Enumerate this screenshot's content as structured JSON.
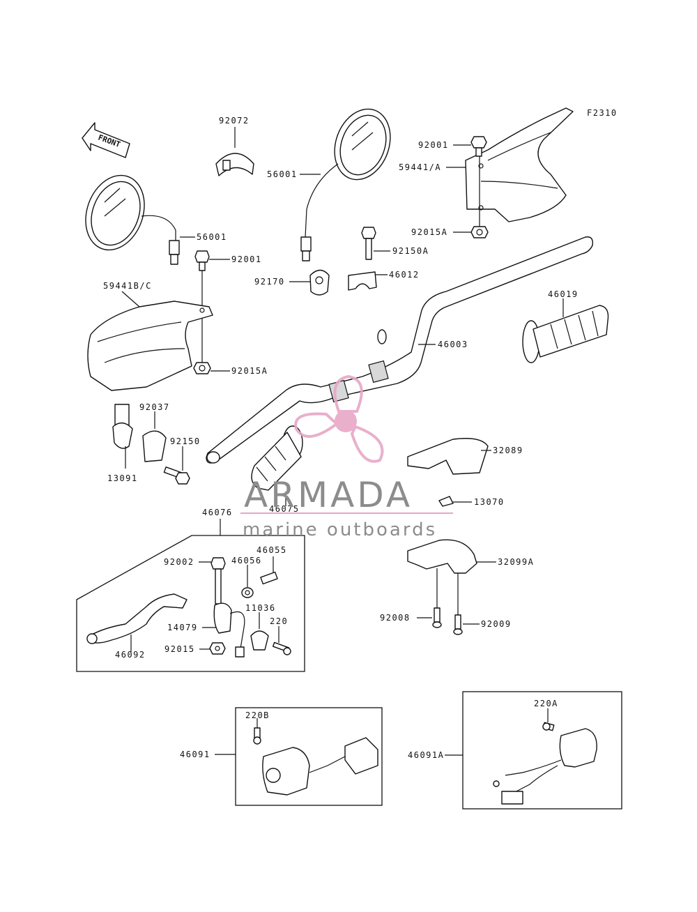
{
  "figure_code": "F2310",
  "front_label": "FRONT",
  "watermark": {
    "brand": "ARMADA",
    "tagline": "marine outboards"
  },
  "callouts": {
    "p92072": "92072",
    "p92001_top": "92001",
    "p56001_center": "56001",
    "p59441A": "59441/A",
    "p56001_left": "56001",
    "p92015A_top": "92015A",
    "p92001_left": "92001",
    "p92150A": "92150A",
    "p92170": "92170",
    "p46012": "46012",
    "p59441BC": "59441B/C",
    "p46019": "46019",
    "p46003": "46003",
    "p92015A_left": "92015A",
    "p92037": "92037",
    "p92150": "92150",
    "p32089": "32089",
    "p13091": "13091",
    "p46075": "46075",
    "p13070": "13070",
    "p46076": "46076",
    "p46055": "46055",
    "p92002": "92002",
    "p46056": "46056",
    "p32099A": "32099A",
    "p11036": "11036",
    "p14079": "14079",
    "p220": "220",
    "p92008": "92008",
    "p92009": "92009",
    "p92015": "92015",
    "p46092": "46092",
    "p220A": "220A",
    "p220B": "220B",
    "p46091": "46091",
    "p46091A": "46091A"
  },
  "colors": {
    "line": "#111111",
    "watermark_pink": "#e7a7c6",
    "watermark_text": "#8c8c8c"
  }
}
